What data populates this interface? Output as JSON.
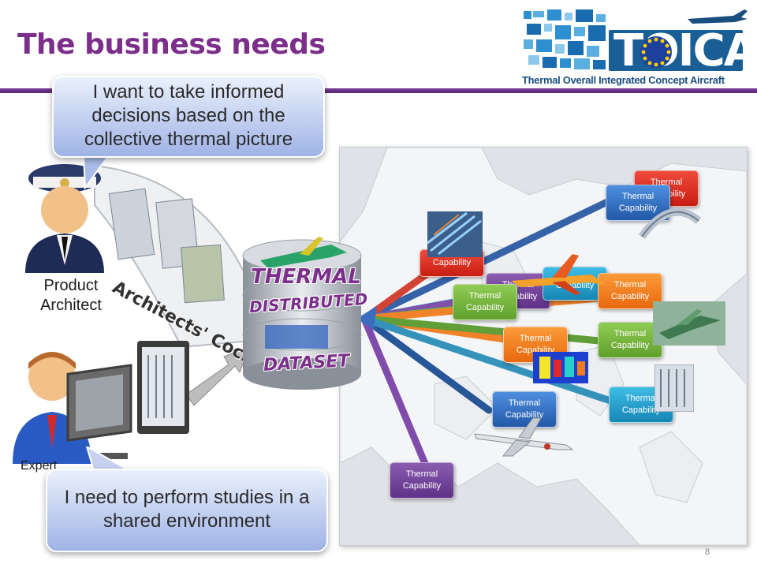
{
  "slide": {
    "title": "The business needs",
    "page_number": "8"
  },
  "logo": {
    "wordmark": "TOICA",
    "subtitle": "Thermal Overall Integrated Concept Aircraft"
  },
  "callouts": {
    "architect": "I want to take informed decisions based on the collective thermal picture",
    "expert": "I need to perform studies in a shared environment"
  },
  "roles": {
    "architect_line1": "Product",
    "architect_line2": "Architect",
    "expert": "Expert"
  },
  "cockpit": {
    "label": "Architects' Cockpit"
  },
  "dataset": {
    "line1": "THERMAL",
    "line2": "DISTRIBUTED",
    "line3": "DATASET"
  },
  "capabilities": [
    {
      "id": "cap-red-top",
      "line1": "Thermal",
      "line2": "Capability",
      "color": "red"
    },
    {
      "id": "cap-blue-top",
      "line1": "Thermal",
      "line2": "Capability",
      "color": "blue"
    },
    {
      "id": "cap-red-left",
      "line1": "",
      "line2": "Capability",
      "color": "red"
    },
    {
      "id": "cap-purple-mid",
      "line1": "Thermal",
      "line2": "Capability",
      "color": "purple"
    },
    {
      "id": "cap-cyan-mid",
      "line1": "",
      "line2": "Capability",
      "color": "cyan"
    },
    {
      "id": "cap-green-left",
      "line1": "Thermal",
      "line2": "Capability",
      "color": "green"
    },
    {
      "id": "cap-orange-right",
      "line1": "Thermal",
      "line2": "Capability",
      "color": "orange"
    },
    {
      "id": "cap-orange-mid",
      "line1": "Thermal",
      "line2": "Capability",
      "color": "orange"
    },
    {
      "id": "cap-green-right",
      "line1": "Thermal",
      "line2": "Capability",
      "color": "green"
    },
    {
      "id": "cap-blue-low",
      "line1": "Thermal",
      "line2": "Capability",
      "color": "blue"
    },
    {
      "id": "cap-cyan-low",
      "line1": "Thermal",
      "line2": "Capability",
      "color": "cyan"
    },
    {
      "id": "cap-purple-bottom",
      "line1": "Thermal",
      "line2": "Capability",
      "color": "purple"
    }
  ],
  "colors": {
    "title": "#7b2f8a",
    "rule": "#6a2f85",
    "callout_fill": "#aebfe9",
    "logo_blue": "#1a5e96"
  }
}
